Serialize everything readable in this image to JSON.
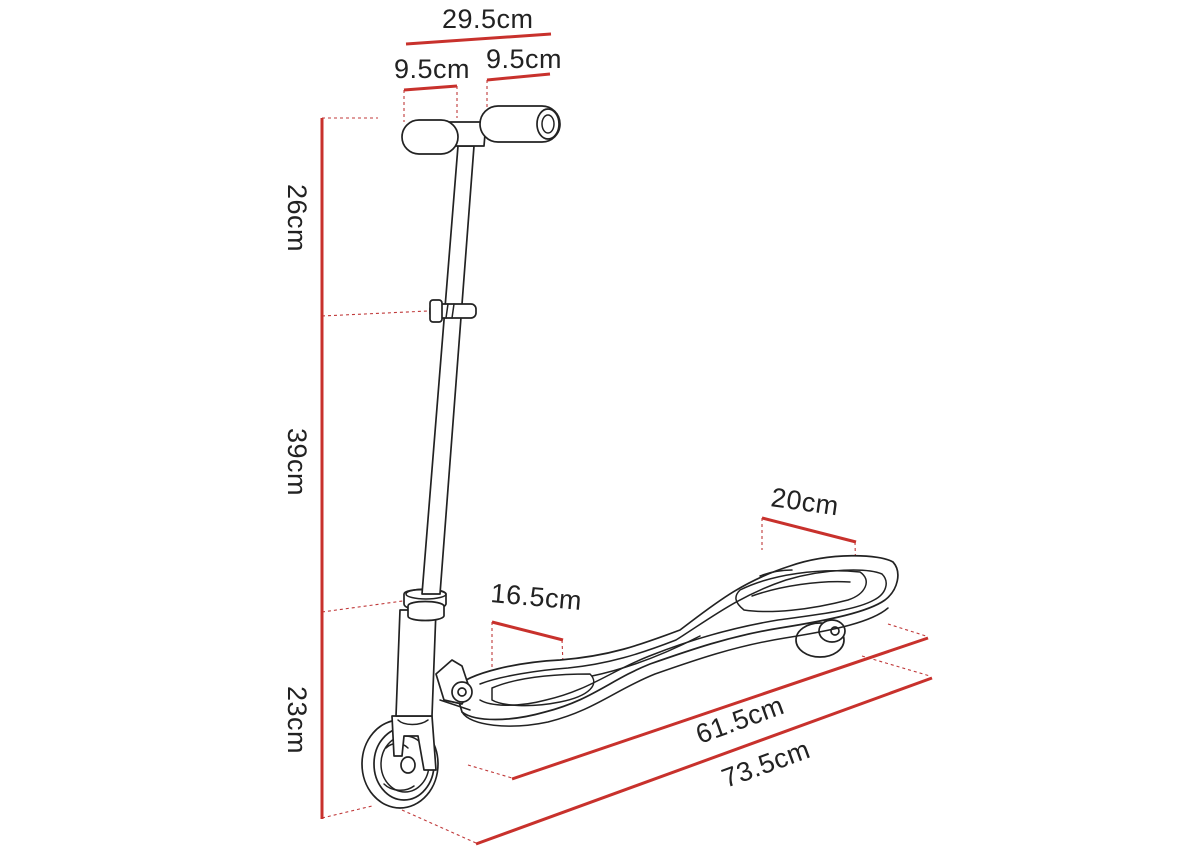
{
  "diagram": {
    "dimensions": {
      "handlebar_width": "29.5cm",
      "grip_left": "9.5cm",
      "grip_right": "9.5cm",
      "upper_stem_height": "26cm",
      "middle_stem_height": "39cm",
      "lower_height": "23cm",
      "front_deck_width": "16.5cm",
      "rear_deck_width": "20cm",
      "deck_length": "61.5cm",
      "total_length": "73.5cm"
    },
    "colors": {
      "dimension_line": "#c8312c",
      "outline": "#222222",
      "background": "#ffffff"
    }
  }
}
